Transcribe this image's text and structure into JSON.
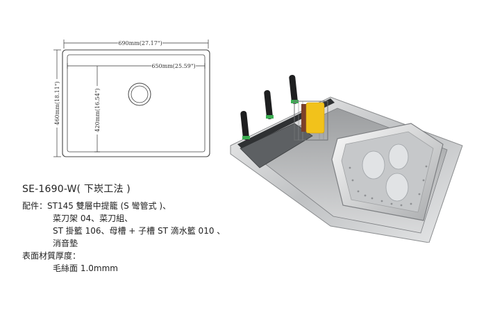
{
  "drawing": {
    "width_outer": "690mm(27.17\")",
    "width_inner": "650mm(25.59\")",
    "height_outer": "460mm(18.11\")",
    "height_inner": "420mm(16.54\")"
  },
  "specs": {
    "model": "SE-1690-W( 下崁工法 )",
    "accessories_label": "配件：",
    "accessories_line1": "ST145 雙層中提籠 (S 彎管式 )、",
    "accessories_line2": "菜刀架 04、菜刀組、",
    "accessories_line3": "ST 掛籃 106、母槽 + 子槽 ST 滴水籃 010 、",
    "accessories_line4": "消音墊",
    "thickness_label": "表面材質厚度：",
    "thickness_value": "毛絲面 1.0mmm"
  }
}
